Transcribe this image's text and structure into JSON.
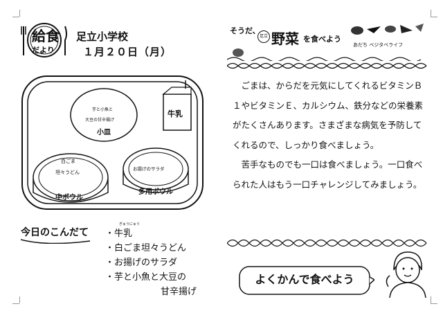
{
  "header": {
    "logo_line1": "給食",
    "logo_line2": "だより",
    "school": "足立小学校",
    "date": "１月２０日（月）"
  },
  "tray": {
    "milk_label": "牛乳",
    "small_plate_text1": "芋と小魚と",
    "small_plate_text2": "大豆の甘辛揚げ",
    "small_plate_label": "小皿",
    "medium_bowl_text1": "白ごま",
    "medium_bowl_text2": "坦々うどん",
    "medium_bowl_label": "中ボウル",
    "multi_bowl_text": "お揚げのサラダ",
    "multi_bowl_label": "多用ボウル"
  },
  "menu": {
    "heading": "今日のこんだて",
    "items": [
      "・牛乳",
      "・白ごま坦々うどん",
      "・お揚げのサラダ",
      "・芋と小魚と大豆の",
      "甘辛揚げ"
    ],
    "ruby_milk": "ぎゅうにゅう"
  },
  "veg_header": {
    "prefix": "そうだ、",
    "title": "野菜",
    "suffix": "を食べよう",
    "subtitle": "あだち ベジタベライフ",
    "badge": "足立"
  },
  "article": {
    "p1": "ごまは、からだを元気にしてくれるビタミンＢ１やビタミンＥ、カルシウム、鉄分などの栄養素がたくさんあります。さまざまな病気を予防してくれるので、しっかり食べましょう。",
    "p2": "苦手なものでも一口は食べましょう。一口食べられた人はもう一口チャレンジしてみましょう。"
  },
  "footer": {
    "slogan": "よくかんで食べよう"
  }
}
